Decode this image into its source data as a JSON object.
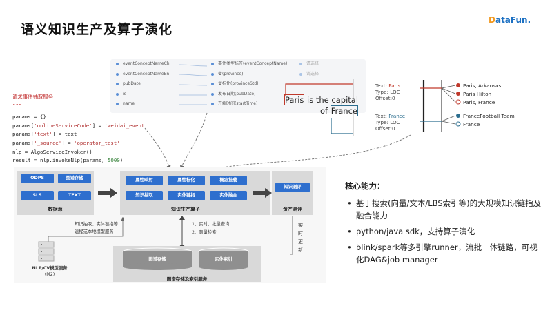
{
  "title": "语义知识生产及算子演化",
  "logo": {
    "prefix": "D",
    "rest": "ataFun."
  },
  "attribute_mapping": {
    "left_fields": [
      "eventConceptNameCh",
      "eventConceptNameEn",
      "pubDate",
      "id",
      "name"
    ],
    "right_fields": [
      "事件类型标签(eventConceptName)",
      "省(province)",
      "省标化(provinceStd)",
      "发布日期(pubDate)",
      "开始时间(startTime)"
    ],
    "select_placeholder": "请选择"
  },
  "code": {
    "comment": "请求事件抽取服务",
    "quote": "\"\"\"",
    "line1": "params = {}",
    "line2_a": "params[",
    "line2_key": "'onlineServiceCode'",
    "line2_b": "] = ",
    "line2_val": "'weidai_event'",
    "line3_a": "params[",
    "line3_key": "'text'",
    "line3_b": "] =  text",
    "line4_a": "params[",
    "line4_key": "'_source'",
    "line4_b": "] = ",
    "line4_val": "'operator_test'",
    "line5": "nlp = AlgoServiceInvoker()",
    "line6_a": "result = nlp.invokeNlp(params, ",
    "line6_num": "5000",
    "line6_b": ")"
  },
  "ner": {
    "caption_w1": "Paris",
    "caption_rest": " is the capital",
    "caption_of": "of ",
    "caption_w2": "France",
    "paris_info": {
      "text_label": "Text: ",
      "text_value": "Paris",
      "type": "Type: LOC",
      "offset": "Offset:0"
    },
    "france_info": {
      "text_label": "Text: ",
      "text_value": "France",
      "type": "Type: LOC",
      "offset": "Offset:0"
    }
  },
  "entities": {
    "paris": [
      "Paris, Arkansas",
      "Paris Hilton",
      "Paris, France"
    ],
    "france": [
      "FranceFootball Team",
      "France"
    ]
  },
  "architecture": {
    "source_chips": [
      "ODPS",
      "图谱存储",
      "SLS",
      "TEXT"
    ],
    "source_label": "数据源",
    "operator_chips": [
      "属性映射",
      "属性标化",
      "概念挂载",
      "知识抽取",
      "实体链指",
      "实体融合"
    ],
    "operator_label": "知识生产算子",
    "eval_chip": "知识测评",
    "eval_label": "资产测评",
    "model_note_1": "知识抽取、实体链指等",
    "model_note_2": "远程或本地模型服务",
    "model_label_1": "NLP/CV模型服务",
    "model_label_2": "(M2)",
    "query_note_1": "1、实时、批量查询",
    "query_note_2": "2、向量检索",
    "realtime_note": [
      "实",
      "时",
      "更",
      "新"
    ],
    "storage_chips": [
      "图谱存储",
      "实体索引"
    ],
    "storage_label": "图谱存储及索引服务"
  },
  "capabilities": {
    "heading": "核心能力：",
    "items": [
      "基于搜索(向量/文本/LBS索引等)的大规模知识链指及融合能力",
      "python/java sdk，支持算子演化",
      "blink/spark等多引擎runner，流批一体链路，可视化DAG&job manager"
    ]
  },
  "colors": {
    "accent_blue": "#2e6fce",
    "paris_red": "#c0392b",
    "france_teal": "#2c6e8f",
    "group_gray": "#d9d9d9"
  }
}
